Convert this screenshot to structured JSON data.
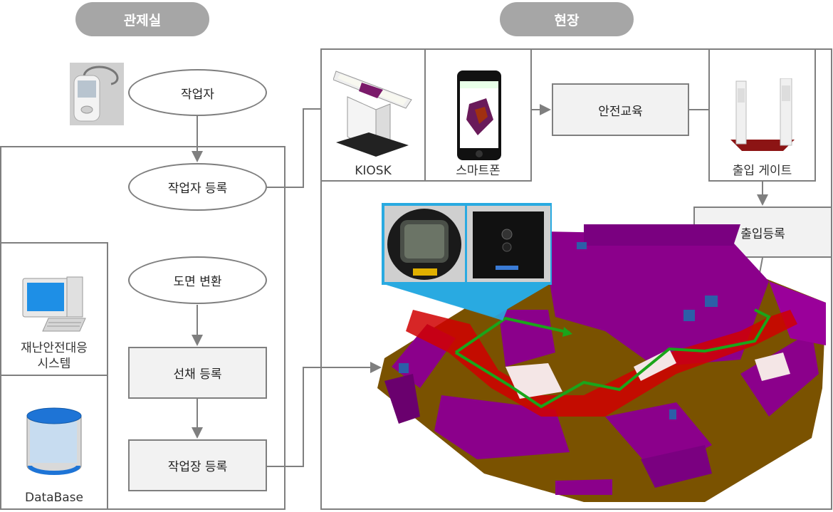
{
  "header": {
    "control_room": "관제실",
    "site": "현장"
  },
  "control_room": {
    "worker": "작업자",
    "worker_register": "작업자 등록",
    "drawing_convert": "도면 변환",
    "route_register": "선채 등록",
    "workplace_register": "작업장 등록",
    "disaster_system": "재난안전대응\n시스템",
    "database": "DataBase"
  },
  "site": {
    "kiosk": "KIOSK",
    "smartphone": "스마트폰",
    "safety_training": "안전교육",
    "access_gate": "출입 게이트",
    "access_register": "출입등록"
  },
  "colors": {
    "pill": "#a6a6a6",
    "border": "#7f7f7f",
    "box_fill": "#f2f2f2",
    "floor": "#7a5200",
    "walls": "#8b008b",
    "hazard": "#d00000",
    "route": "#1aa51a",
    "highlight": "#29aae1"
  },
  "icons": [
    "tag-icon",
    "computer-icon",
    "database-icon",
    "kiosk-icon",
    "smartphone-icon",
    "gate-icon",
    "sensor-device-icon",
    "beacon-device-icon"
  ]
}
